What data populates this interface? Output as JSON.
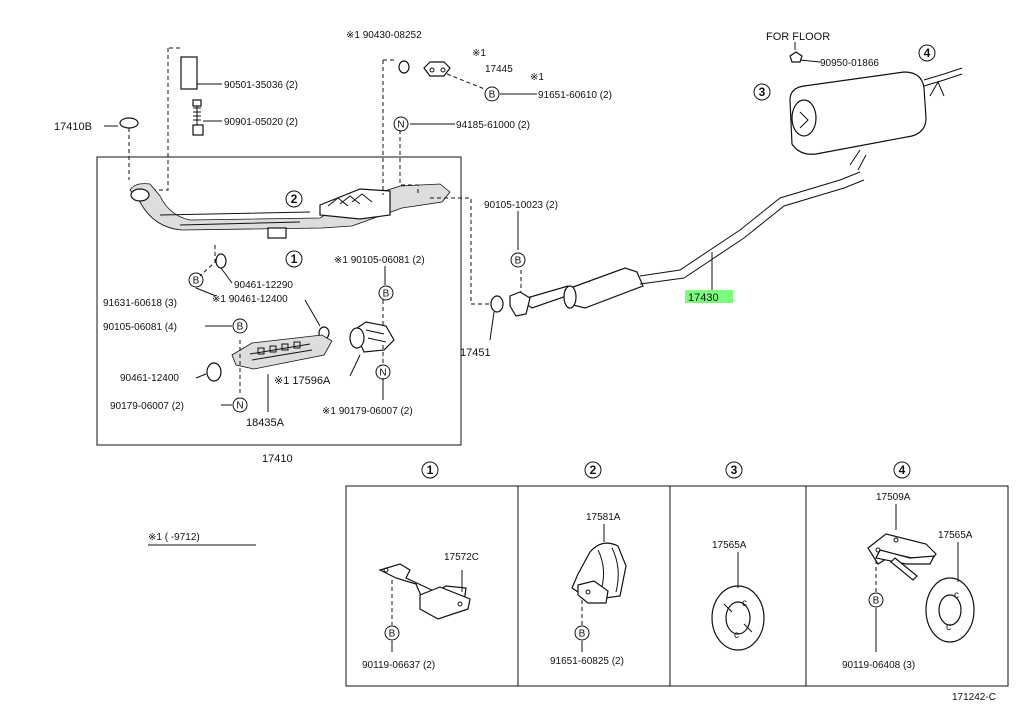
{
  "labels": {
    "p17410B": "17410B",
    "p90501": "90501-35036 (2)",
    "p90901": "90901-05020 (2)",
    "p90430": "※1 90430-08252",
    "p17445_note": "※1",
    "p17445": "17445",
    "p91651_note": "※1",
    "p91651": "91651-60610 (2)",
    "p94185": "94185-61000 (2)",
    "for_floor": "FOR FLOOR",
    "p90950": "90950-01866",
    "p90105_10023": "90105-10023 (2)",
    "p90461_12290": "90461-12290",
    "p91631": "91631-60618 (3)",
    "p90461_12400a": "※1 90461-12400",
    "p90105_06081a": "90105-06081 (4)",
    "p90105_06081b": "※1 90105-06081 (2)",
    "p90461_12400b": "90461-12400",
    "p17596A": "※1 17596A",
    "p90179a": "90179-06007 (2)",
    "p90179b": "※1 90179-06007 (2)",
    "p18435A": "18435A",
    "p17410": "17410",
    "p17451": "17451",
    "p17430": "17430",
    "p17572C": "17572C",
    "p90119_06637": "90119-06637 (2)",
    "p17581A": "17581A",
    "p91651_60825": "91651-60825 (2)",
    "p17565A_3": "17565A",
    "p17509A": "17509A",
    "p17565A_4": "17565A",
    "p90119_06408": "90119-06408 (3)",
    "footnote": "※1 (      -9712)",
    "diagram_id": "171242-C"
  },
  "callouts": {
    "c1": "1",
    "c2": "2",
    "c3": "3",
    "c4": "4"
  },
  "markers": {
    "B": "B",
    "N": "N"
  },
  "colors": {
    "highlight": "#7cfc7c",
    "line": "#111111"
  }
}
